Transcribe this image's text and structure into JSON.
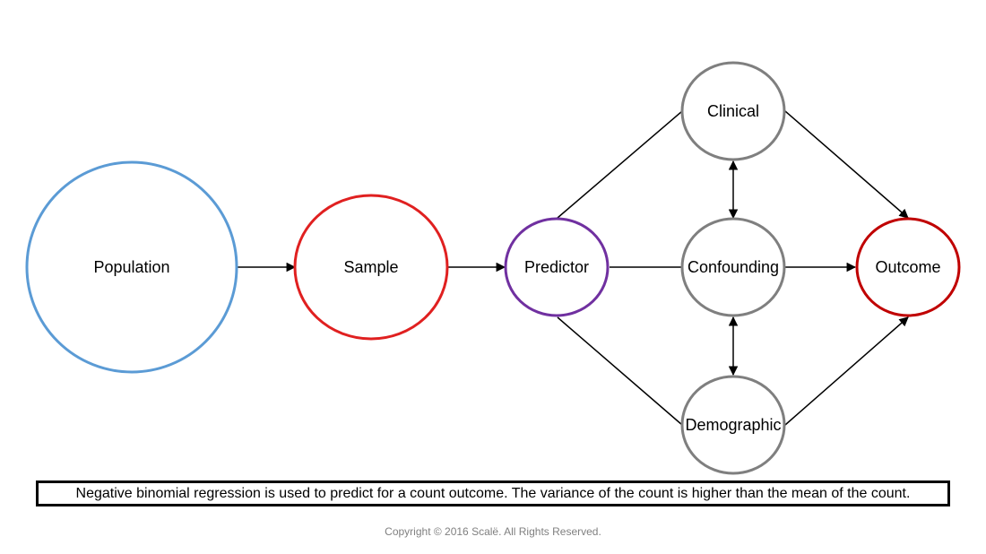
{
  "nodes": {
    "population": {
      "label": "Population",
      "color": "#5b9bd5"
    },
    "sample": {
      "label": "Sample",
      "color": "#e02020"
    },
    "predictor": {
      "label": "Predictor",
      "color": "#7030a0"
    },
    "clinical": {
      "label": "Clinical",
      "color": "#7f7f7f"
    },
    "confounding": {
      "label": "Confounding",
      "color": "#7f7f7f"
    },
    "demographic": {
      "label": "Demographic",
      "color": "#7f7f7f"
    },
    "outcome": {
      "label": "Outcome",
      "color": "#c00000"
    }
  },
  "caption": "Negative binomial regression  is used to predict for a count outcome.  The variance of the count is higher than the mean of the count.",
  "copyright": "Copyright © 2016 Scalë. All Rights Reserved."
}
